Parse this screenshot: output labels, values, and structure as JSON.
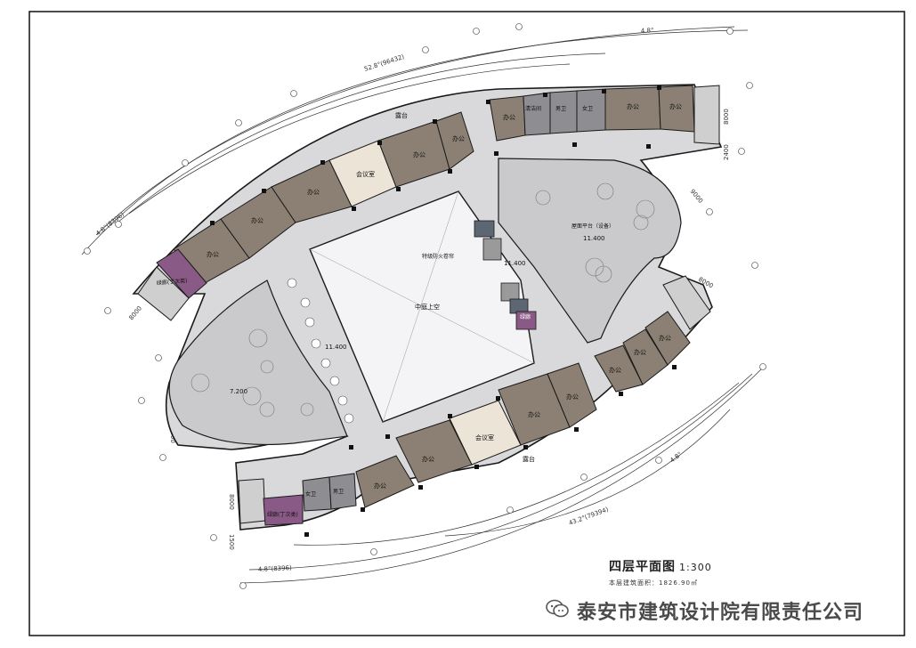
{
  "drawing": {
    "title": "四层平面图",
    "scale": "1:300",
    "area_note": "本层建筑面积：1826.90㎡",
    "credit": "泰安市建筑设计院有限责任公司",
    "credit_icon": "wechat-icon"
  },
  "labels": {
    "atrium": "中庭上空",
    "fire_curtain": "特级防火卷帘",
    "terrace_top": "屋面平台（设备）",
    "terrace_top_elev": "11.400",
    "atrium_elev": "11.400",
    "corridor_elev": "11.400",
    "terrace_left_elev": "7.200",
    "balcony_top": "露台",
    "balcony_bottom": "露台",
    "office": "办公",
    "meeting": "会议室",
    "cleaning": "清洁间",
    "male_wc": "男卫",
    "female_wc": "女卫",
    "green_room": "绿廊(丁次类)",
    "green_small": "绿廊"
  },
  "dimensions": {
    "top_arc_total": "52.8°(96432)",
    "top_arc_inner": "4.8°(8396)",
    "bottom_arc_total": "43.2°(79394)",
    "bottom_arc_inner": "4.8°(8396)",
    "arc_step": "4.8°",
    "d_9000": "9000",
    "d_8000": "8000",
    "d_2400": "2400",
    "d_1500": "1500"
  },
  "colors": {
    "office": "#8b8073",
    "meeting": "#ede4d8",
    "corridor": "#d9d9db",
    "terrace": "#cacacc",
    "atrium": "#f4f3f6",
    "stair": "#cfcfcf",
    "purple": "#8a5a86",
    "wc": "#8e8e92",
    "wall": "#1a1a1a",
    "slate": "#5d6773"
  }
}
